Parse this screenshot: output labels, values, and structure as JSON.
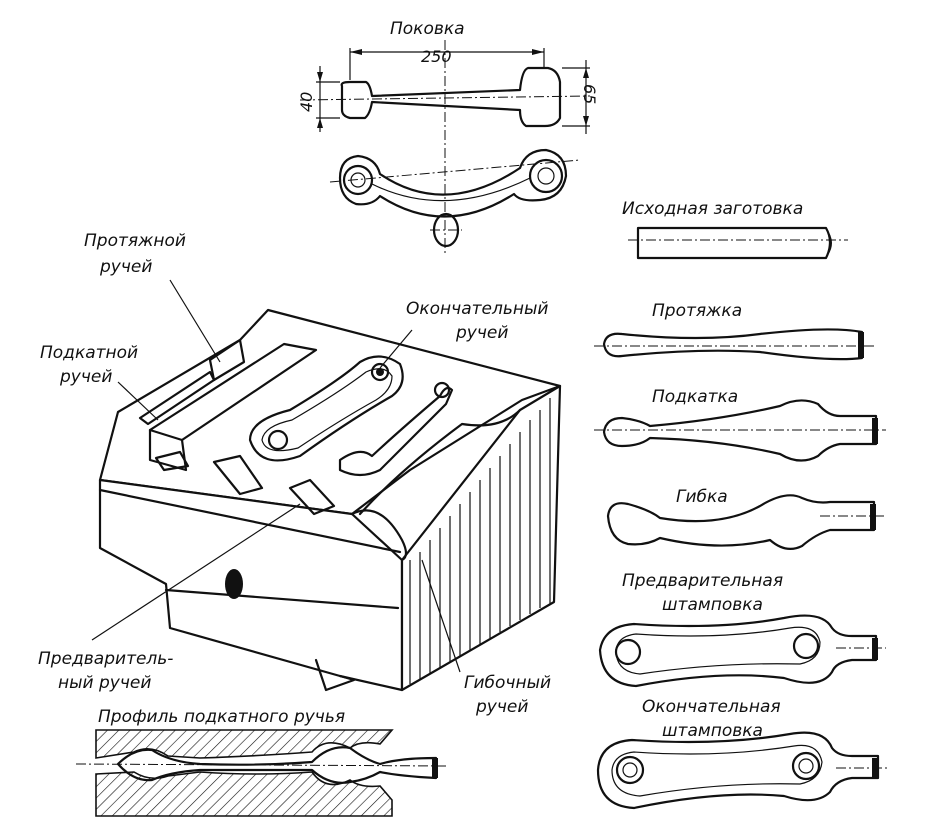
{
  "labels": {
    "forging": "Поковка",
    "dim_250": "250",
    "dim_40": "40",
    "dim_65": "65",
    "initial_blank": "Исходная заготовка",
    "drawing_pass": "Протяжка",
    "rolling_pass": "Подкатка",
    "bending_pass": "Гибка",
    "preliminary_stamping_1": "Предварительная",
    "preliminary_stamping_2": "штамповка",
    "final_stamping_1": "Окончательная",
    "final_stamping_2": "штамповка",
    "drawing_impression_1": "Протяжной",
    "drawing_impression_2": "ручей",
    "rolling_impression_1": "Подкатной",
    "rolling_impression_2": "ручей",
    "finishing_impression_1": "Окончательный",
    "finishing_impression_2": "ручей",
    "blocking_impression_1": "Предваритель-",
    "blocking_impression_2": "ный ручей",
    "bending_impression_1": "Гибочный",
    "bending_impression_2": "ручей",
    "rolling_profile": "Профиль подкатного ручья"
  }
}
